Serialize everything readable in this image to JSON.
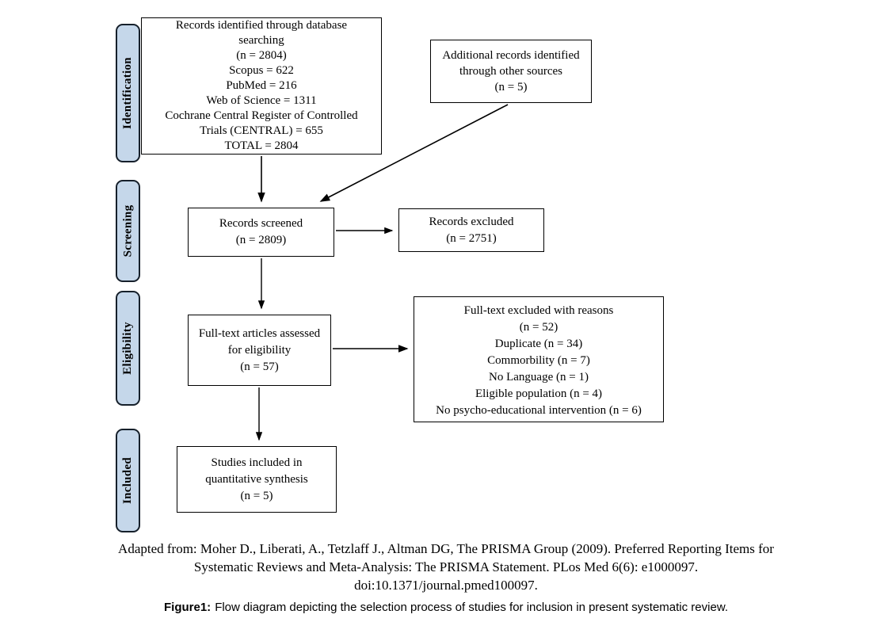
{
  "figure": {
    "stages": [
      {
        "label": "Identification"
      },
      {
        "label": "Screening"
      },
      {
        "label": "Eligibility"
      },
      {
        "label": "Included"
      }
    ],
    "boxes": {
      "identified": {
        "lines": [
          "Records identified through database",
          "searching",
          "(n = 2804)",
          "Scopus = 622",
          "PubMed = 216",
          "Web of Science = 1311",
          "Cochrane Central Register of Controlled",
          "Trials (CENTRAL) = 655",
          "TOTAL = 2804"
        ]
      },
      "additional": {
        "lines": [
          "Additional records identified",
          "through other sources",
          "(n = 5)"
        ]
      },
      "screened": {
        "lines": [
          "Records screened",
          "(n = 2809)"
        ]
      },
      "excluded": {
        "lines": [
          "Records excluded",
          "(n = 2751)"
        ]
      },
      "fulltext": {
        "lines": [
          "Full-text articles assessed",
          "for eligibility",
          "(n = 57)"
        ]
      },
      "fulltext_excluded": {
        "lines": [
          "Full-text excluded with reasons",
          "(n = 52)",
          "Duplicate (n = 34)",
          "Commorbility (n = 7)",
          "No Language (n = 1)",
          "Eligible population (n = 4)",
          "No psycho-educational intervention (n = 6)"
        ]
      },
      "included": {
        "lines": [
          "Studies included in",
          "quantitative synthesis",
          "(n = 5)"
        ]
      }
    },
    "citation": {
      "lines": [
        "Adapted from: Moher D., Liberati, A., Tetzlaff J., Altman DG, The PRISMA Group (2009). Preferred Reporting Items for",
        "Systematic Reviews and Meta-Analysis: The PRISMA Statement. PLos Med 6(6): e1000097.",
        "doi:10.1371/journal.pmed100097."
      ]
    },
    "caption": {
      "label": "Figure1:",
      "text": "Flow diagram depicting the selection process of studies for inclusion in present systematic review."
    },
    "colors": {
      "stage_fill": "#c5d7ea",
      "stage_border": "#16202b",
      "box_border": "#000000",
      "arrow": "#000000",
      "background": "#ffffff"
    }
  }
}
